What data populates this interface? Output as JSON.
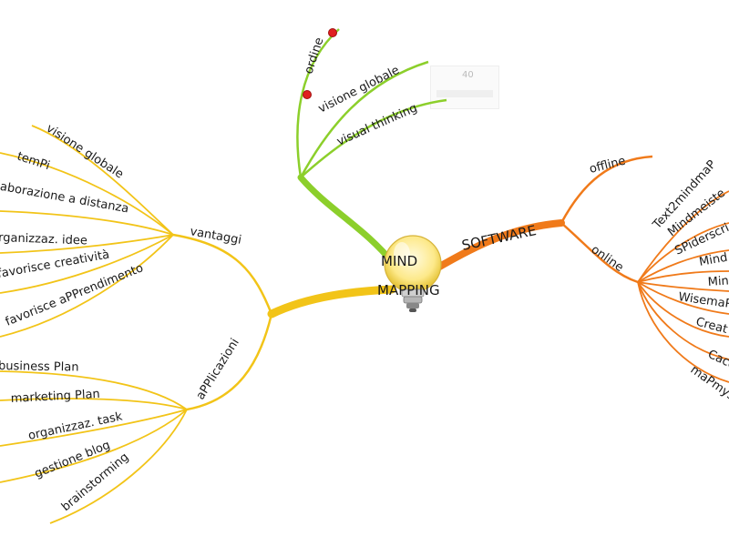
{
  "center": {
    "line1": "MIND",
    "line2": "MAPPING"
  },
  "ghost_toolbar": {
    "value": "40"
  },
  "branches": {
    "software": {
      "label": "SOFTWARE",
      "color": "#f07a1a",
      "offline": "offline",
      "online": "online",
      "online_items": [
        "Text2mindmaP",
        "Mindmeiste",
        "SPiderscri",
        "Mind",
        "Min",
        "WisemaP",
        "Creat",
        "Caco",
        "maPmyse"
      ]
    },
    "top": {
      "color": "#8ccf2b",
      "items": [
        "ordine",
        "visione globale",
        "visual thinking"
      ],
      "dot_color": "#e02020"
    },
    "vantaggi": {
      "label": "vantaggi",
      "color": "#f2c418",
      "items": [
        "visione globale",
        "temPi",
        "laborazione a distanza",
        "rganizzaz. idee",
        "favorisce creatività",
        "favorisce aPPrendimento"
      ]
    },
    "applicazioni": {
      "label": "aPPlicazioni",
      "color": "#f2c418",
      "items": [
        "business Plan",
        "marketing Plan",
        "organizzaz. task",
        "gestione blog",
        "brainstorming"
      ]
    }
  }
}
